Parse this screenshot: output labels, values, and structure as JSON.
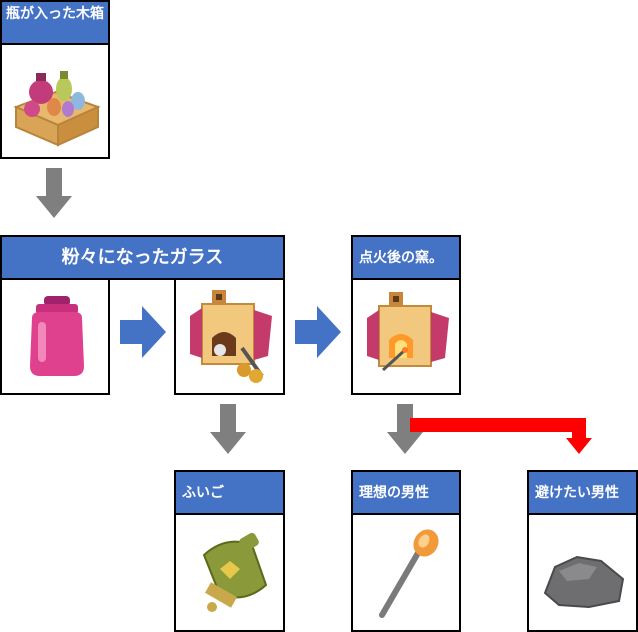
{
  "nodes": {
    "crate": {
      "label": "瓶が入った木箱",
      "icon": "bottle-crate-icon"
    },
    "glass": {
      "label": "粉々になったガラス",
      "icon": "glass-jar-icon"
    },
    "kiln_cold": {
      "icon": "kiln-icon"
    },
    "kiln_hot": {
      "label": "点火後の窯。",
      "icon": "lit-kiln-icon"
    },
    "bellows": {
      "label": "ふいご",
      "icon": "bellows-icon"
    },
    "ideal_man": {
      "label": "理想の男性",
      "icon": "glowing-rod-icon"
    },
    "avoid_man": {
      "label": "避けたい男性",
      "icon": "rock-icon"
    }
  },
  "colors": {
    "header": "#4472c4",
    "arrow_gray": "#7f7f7f",
    "arrow_blue": "#4472c4",
    "arrow_red": "#ff0000"
  }
}
